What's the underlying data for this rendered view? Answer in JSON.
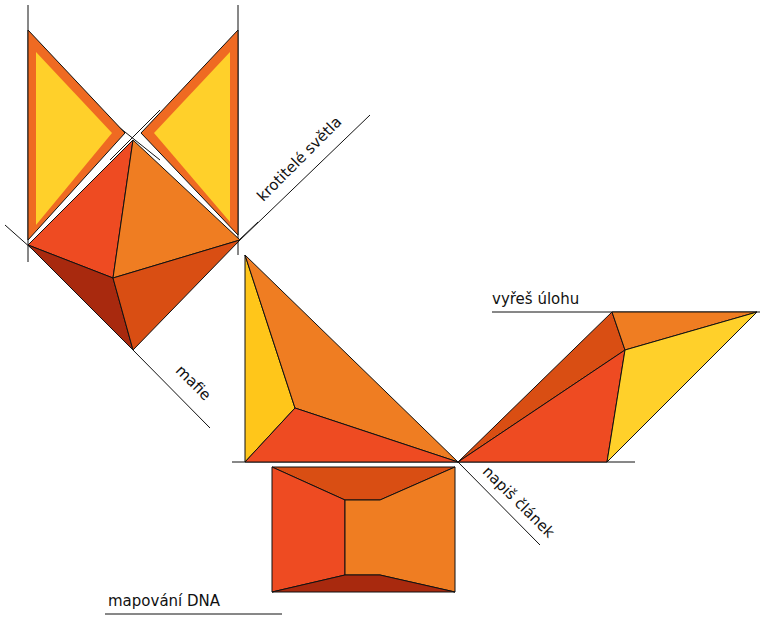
{
  "diagram": {
    "labels": [
      "krotitelé světla",
      "mafie",
      "vyřeš úlohu",
      "napiš článek",
      "mapování DNA"
    ]
  }
}
